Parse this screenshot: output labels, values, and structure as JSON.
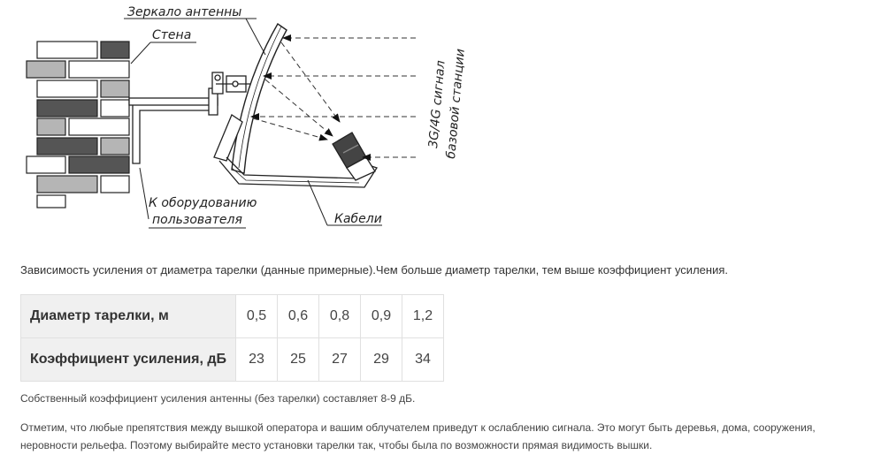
{
  "diagram": {
    "labels": {
      "mirror": "Зеркало антенны",
      "wall": "Стена",
      "signal_line1": "3G/4G сигнал",
      "signal_line2": "базовой станции",
      "user_line1": "К оборудованию",
      "user_line2": "пользователя",
      "cables": "Кабели"
    }
  },
  "intro_text": "Зависимость усиления от диаметра тарелки (данные примерные).Чем больше диаметр тарелки, тем выше коэффициент усиления.",
  "table": {
    "rows": [
      {
        "header": "Диаметр тарелки, м",
        "values": [
          "0,5",
          "0,6",
          "0,8",
          "0,9",
          "1,2"
        ]
      },
      {
        "header": "Коэффициент усиления, дБ",
        "values": [
          "23",
          "25",
          "27",
          "29",
          "34"
        ]
      }
    ]
  },
  "note": "Собственный коэффициент усиления антенны (без тарелки) составляет 8-9 дБ.",
  "paragraph": "Отметим, что любые препятствия между вышкой оператора и вашим облучателем приведут к ослаблению сигнала. Это могут быть деревья, дома, сооружения, неровности рельефа. Поэтому выбирайте место установки тарелки так, чтобы была по возможности прямая видимость вышки."
}
